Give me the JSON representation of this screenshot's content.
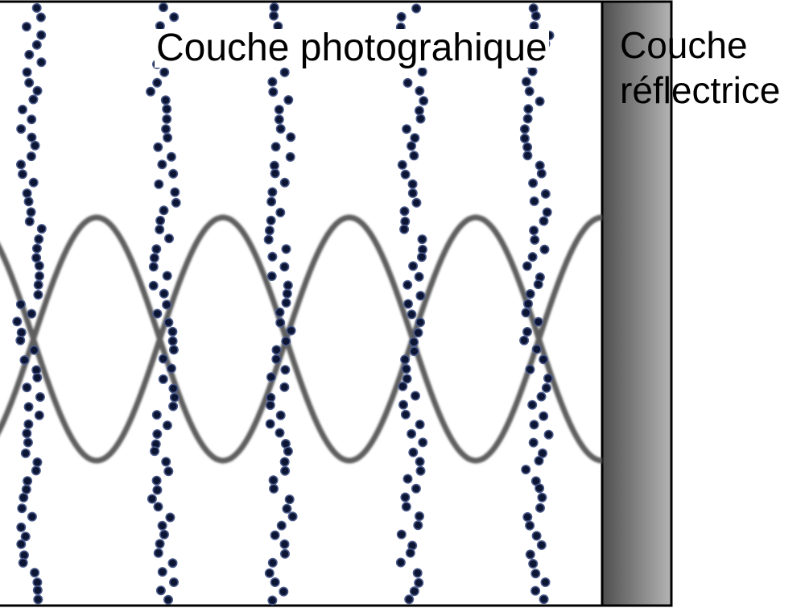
{
  "labels": {
    "photographic_layer": "Couche photograhique",
    "reflective_layer": "Couche réflectrice"
  },
  "colors": {
    "background": "#ffffff",
    "frame": "#000000",
    "wave": "#5f5f5f",
    "particle": "#0c1533",
    "particle_edge": "#4a5a8a",
    "mirror_dark": "#4e4e4e",
    "mirror_light": "#b4b4b4"
  },
  "wave": {
    "node_count": 5,
    "antinode_count": 5
  },
  "particle_layers": {
    "count": 5
  }
}
